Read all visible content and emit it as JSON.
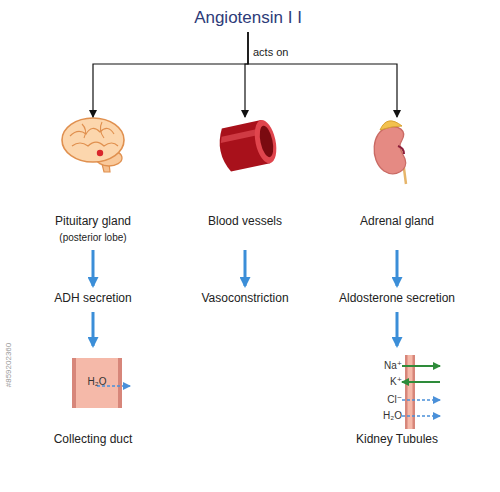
{
  "diagram": {
    "nodes": [
      {
        "text": [
          "Angiotensin I I"
        ]
      },
      {
        "text": [
          "Pituitary gland",
          "(posterior lobe)"
        ]
      },
      {
        "text": [
          "Blood vessels"
        ]
      },
      {
        "text": [
          "Adrenal gland"
        ]
      },
      {
        "text": [
          "ADH secretion"
        ]
      },
      {
        "text": [
          "Vasoconstriction"
        ]
      },
      {
        "text": [
          "Aldosterone secretion"
        ]
      },
      {
        "text": [
          "H₂O",
          "Collecting duct"
        ]
      },
      {
        "text": [
          "Na⁺",
          "K⁺",
          "Cl⁻",
          "H₂O",
          "Kidney Tubules"
        ]
      }
    ],
    "edges": [
      {
        "from": 0,
        "to": 1,
        "arrow": "to"
      },
      {
        "from": 0,
        "to": 2,
        "label": "acts on",
        "arrow": "to"
      },
      {
        "from": 0,
        "to": 3,
        "arrow": "to"
      },
      {
        "from": 1,
        "to": 4,
        "arrow": "to"
      },
      {
        "from": 2,
        "to": 5,
        "arrow": "to"
      },
      {
        "from": 3,
        "to": 6,
        "arrow": "to"
      },
      {
        "from": 4,
        "to": 7,
        "arrow": "to"
      },
      {
        "from": 6,
        "to": 8,
        "arrow": "to"
      }
    ],
    "labels": [
      "#859202360"
    ]
  }
}
